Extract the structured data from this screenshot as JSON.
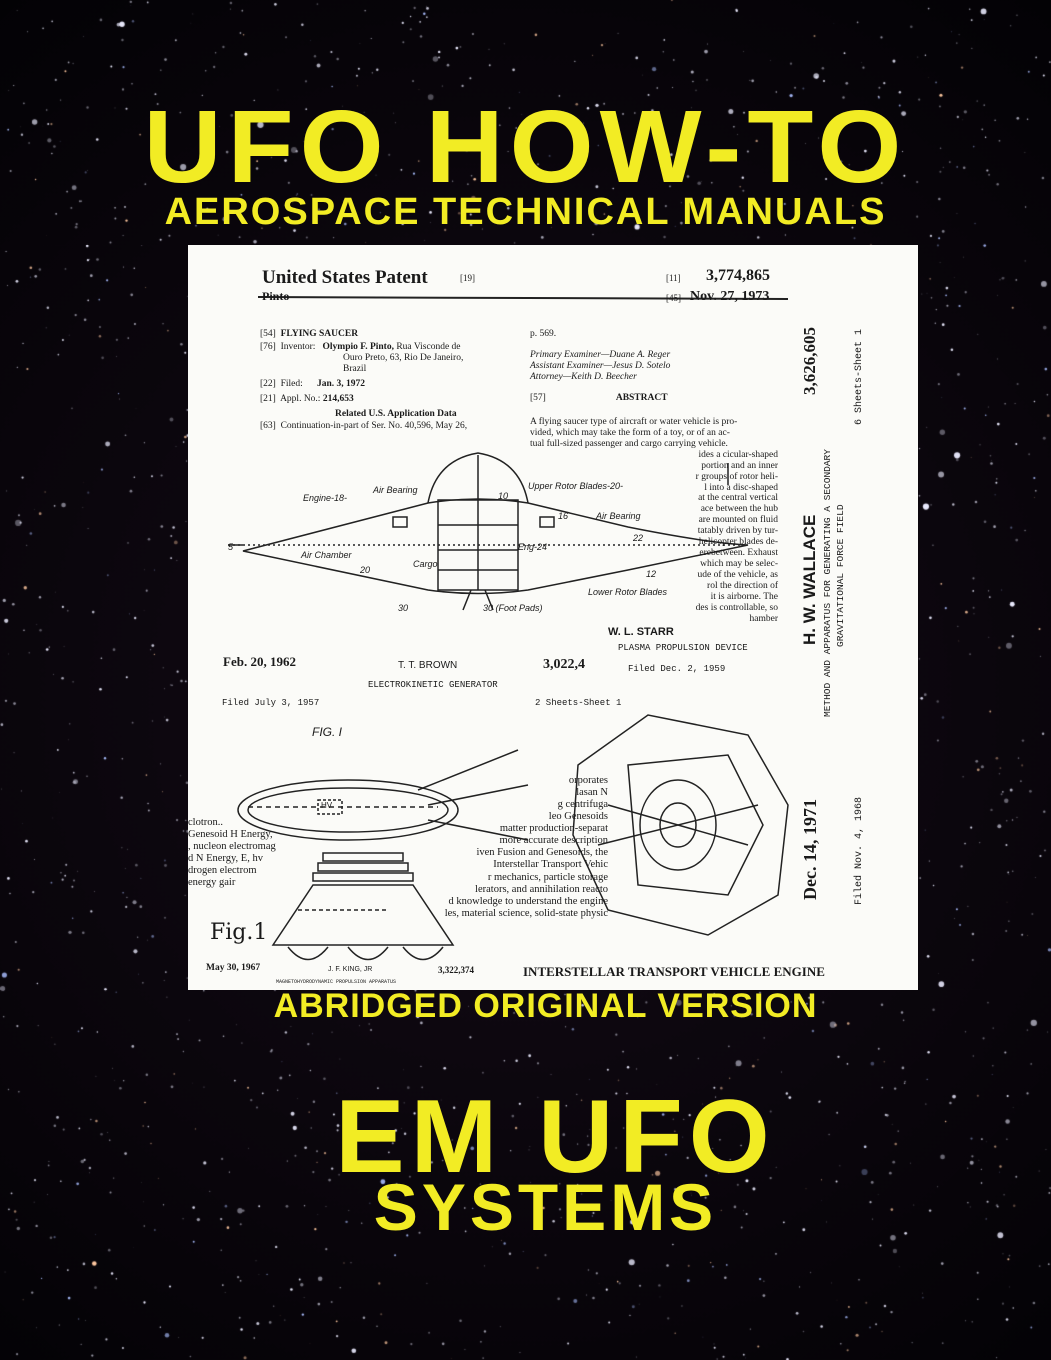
{
  "cover": {
    "title": "UFO HOW-TO",
    "subtitle": "AEROSPACE TECHNICAL MANUALS",
    "edition": "ABRIDGED ORIGINAL VERSION",
    "main_title": "EM UFO",
    "main_subtitle": "SYSTEMS",
    "accent_color": "#f2ec24",
    "background": "starfield"
  },
  "patent_pinto": {
    "header": "United States Patent",
    "header_code": "[19]",
    "inventor_surname": "Pinto",
    "number_code": "[11]",
    "number": "3,774,865",
    "date_code": "[45]",
    "date": "Nov. 27, 1973",
    "title_code": "[54]",
    "title": "FLYING SAUCER",
    "inventor_code": "[76]",
    "inventor_label": "Inventor:",
    "inventor_name": "Olympio F. Pinto,",
    "inventor_addr1": "Rua Visconde de",
    "inventor_addr2": "Ouro Preto, 63, Rio De Janeiro,",
    "inventor_addr3": "Brazil",
    "filed_code": "[22]",
    "filed_label": "Filed:",
    "filed": "Jan. 3, 1972",
    "appl_code": "[21]",
    "appl_label": "Appl. No.:",
    "appl": "214,653",
    "related": "Related U.S. Application Data",
    "cont_code": "[63]",
    "continuation": "Continuation-in-part of Ser. No. 40,596, May 26,",
    "page_ref": "p. 569.",
    "primary_examiner": "Primary Examiner—Duane A. Reger",
    "assistant_examiner": "Assistant Examiner—Jesus D. Sotelo",
    "attorney": "Attorney—Keith D. Beecher",
    "abstract_code": "[57]",
    "abstract_title": "ABSTRACT",
    "abstract_lines": [
      "A flying saucer type of aircraft or water vehicle is pro-",
      "vided, which may take the form of a toy, or of an ac-",
      "tual full-sized passenger and cargo carrying vehicle.",
      "ides a cicular-shaped",
      "portion and an inner",
      "r groups of rotor heli-",
      "l into a disc-shaped",
      "at the central vertical",
      "ace between the hub",
      "are mounted on fluid",
      "tatably driven by tur-",
      "helicopter blades de-",
      "erebetween. Exhaust",
      "which may be selec-",
      "ude of the vehicle, as",
      "rol the direction of",
      "it is airborne. The",
      "des is controllable, so",
      "hamber"
    ],
    "figure_labels": [
      "Engine-18-",
      "Air Bearing",
      "10",
      "Upper Rotor Blades-20-",
      "Air Bearing",
      "16",
      "22",
      "5",
      "Air Chamber",
      "20",
      "Cargo",
      "Eng-24",
      "12",
      "30",
      "30 (Foot Pads)",
      "Lower Rotor Blades"
    ]
  },
  "patent_starr": {
    "inventor": "W. L. STARR",
    "title": "PLASMA PROPULSION DEVICE",
    "filed": "Filed Dec. 2, 1959"
  },
  "patent_brown": {
    "date": "Feb. 20, 1962",
    "inventor": "T. T. BROWN",
    "number": "3,022,4",
    "title": "ELECTROKINETIC GENERATOR",
    "filed": "Filed July 3, 1957",
    "sheets": "2 Sheets-Sheet 1",
    "figure": "FIG. I",
    "hv": "HV"
  },
  "patent_wallace": {
    "date": "Dec. 14, 1971",
    "inventor": "H. W. WALLACE",
    "number": "3,626,605",
    "title_line1": "METHOD AND APPARATUS FOR GENERATING A SECONDARY",
    "title_line2": "GRAVITATIONAL FORCE FIELD",
    "filed": "Filed Nov. 4, 1968",
    "sheets": "6 Sheets-Sheet 1"
  },
  "patent_king": {
    "date": "May 30, 1967",
    "inventor": "J. F. KING, JR",
    "number": "3,322,374",
    "title": "MAGNETOHYDRODYNAMIC PROPULSION APPARATUS",
    "figure": "Fig.1"
  },
  "interstellar": {
    "title": "INTERSTELLAR TRANSPORT VEHICLE ENGINE",
    "left_lines": [
      "clotron..",
      "Genesoid H Energy,",
      ", nucleon electromag",
      "d N Energy, E, hv",
      "drogen electrom",
      "energy gair"
    ],
    "right_lines": [
      "orporates",
      "lasan N",
      "g centrifuga",
      "leo Genesoids",
      "matter production-separat",
      "more accurate description",
      "iven Fusion and Genesoids, the",
      "Interstellar Transport Vehic",
      "r mechanics, particle storage",
      "lerators, and annihilation reacto",
      "d knowledge to understand the engine",
      "les, material science, solid-state physic"
    ]
  }
}
